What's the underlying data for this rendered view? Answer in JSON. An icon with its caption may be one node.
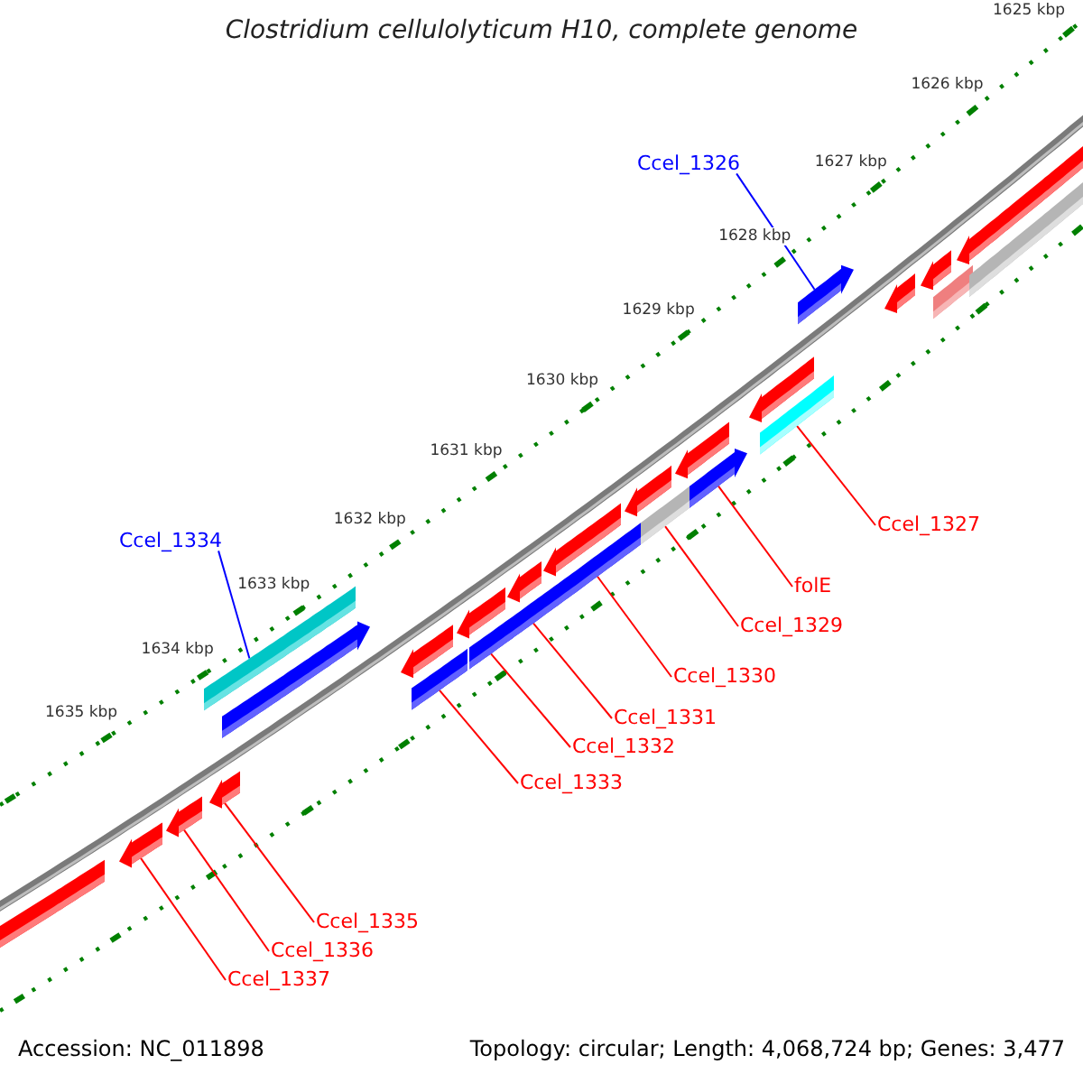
{
  "diagram": {
    "title": "Clostridium cellulolyticum H10, complete genome",
    "nodes": [
      {
        "text": [
          "Ccel_1326"
        ]
      },
      {
        "text": [
          "Ccel_1334"
        ]
      },
      {
        "text": [
          "Ccel_1327"
        ]
      },
      {
        "text": [
          "folE"
        ]
      },
      {
        "text": [
          "Ccel_1329"
        ]
      },
      {
        "text": [
          "Ccel_1330"
        ]
      },
      {
        "text": [
          "Ccel_1331"
        ]
      },
      {
        "text": [
          "Ccel_1332"
        ]
      },
      {
        "text": [
          "Ccel_1333"
        ]
      },
      {
        "text": [
          "Ccel_1335"
        ]
      },
      {
        "text": [
          "Ccel_1336"
        ]
      },
      {
        "text": [
          "Ccel_1337"
        ]
      },
      {
        "text": [],
        "shape": "bar"
      },
      {
        "text": [],
        "shape": "bar"
      },
      {
        "text": [],
        "shape": "bar"
      },
      {
        "text": [],
        "shape": "bar"
      },
      {
        "text": [],
        "shape": "bar"
      },
      {
        "text": [],
        "shape": "bar"
      },
      {
        "text": [],
        "shape": "bar"
      },
      {
        "text": [],
        "shape": "bar"
      },
      {
        "text": [],
        "shape": "bar"
      },
      {
        "text": [],
        "shape": "bar"
      },
      {
        "text": [],
        "shape": "bar"
      },
      {
        "text": [],
        "shape": "bar"
      },
      {
        "text": [],
        "shape": "bar"
      },
      {
        "text": [],
        "shape": "bar"
      },
      {
        "text": [],
        "shape": "bar"
      },
      {
        "text": [],
        "shape": "bar"
      },
      {
        "text": [],
        "shape": "bar"
      },
      {
        "text": [],
        "shape": "bar"
      },
      {
        "text": [],
        "shape": "bar"
      },
      {
        "text": [],
        "shape": "bar"
      },
      {
        "text": [],
        "shape": "bar"
      },
      {
        "text": [],
        "shape": "bar"
      },
      {
        "text": [],
        "shape": "bar"
      },
      {
        "text": [],
        "shape": "bar"
      },
      {
        "text": [],
        "shape": "bar"
      },
      {
        "text": [],
        "shape": "bar"
      }
    ],
    "edges": [
      {
        "from": 0,
        "to": 32,
        "arrow": "none",
        "color": "#0000ff"
      },
      {
        "from": 1,
        "to": 15,
        "arrow": "none",
        "color": "#0000ff"
      },
      {
        "from": 2,
        "to": 31,
        "arrow": "none"
      },
      {
        "from": 3,
        "to": 29,
        "arrow": "none"
      },
      {
        "from": 4,
        "to": 27,
        "arrow": "none"
      },
      {
        "from": 5,
        "to": 25,
        "arrow": "none"
      },
      {
        "from": 6,
        "to": 23,
        "arrow": "none"
      },
      {
        "from": 7,
        "to": 21,
        "arrow": "none"
      },
      {
        "from": 8,
        "to": 19,
        "arrow": "none"
      },
      {
        "from": 9,
        "to": 16,
        "arrow": "none"
      },
      {
        "from": 10,
        "to": 14,
        "arrow": "none"
      },
      {
        "from": 11,
        "to": 13,
        "arrow": "none"
      }
    ],
    "labels": [
      "1625 kbp",
      "1626 kbp",
      "1627 kbp",
      "1628 kbp",
      "1629 kbp",
      "1630 kbp",
      "1631 kbp",
      "1632 kbp",
      "1633 kbp",
      "1634 kbp",
      "1635 kbp",
      "Accession: NC_011898",
      "Topology: circular; Length: 4,068,724 bp; Genes: 3,477"
    ]
  }
}
